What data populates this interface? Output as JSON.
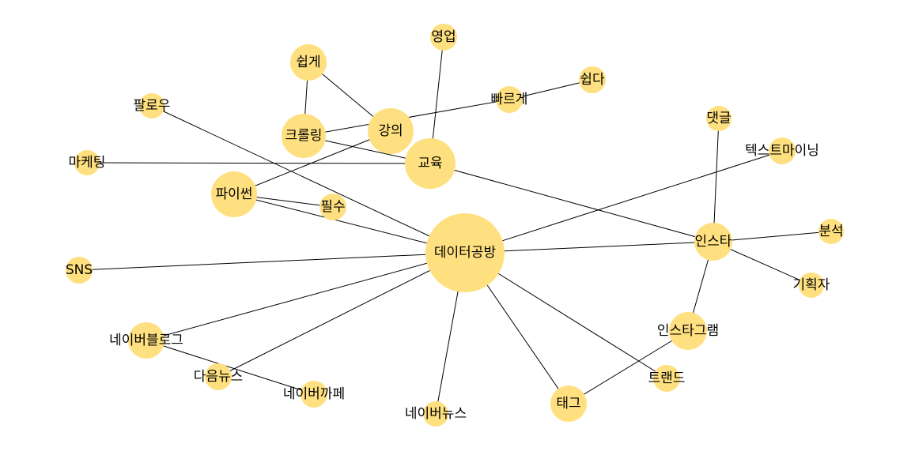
{
  "graph": {
    "node_color": "#FFE080",
    "edge_color": "#000000",
    "nodes": [
      {
        "id": "data_gongbang",
        "label": "데이터공방"
      },
      {
        "id": "gangui",
        "label": "강의"
      },
      {
        "id": "gyoyuk",
        "label": "교육"
      },
      {
        "id": "crawling",
        "label": "크롤링"
      },
      {
        "id": "python",
        "label": "파이썬"
      },
      {
        "id": "swipge",
        "label": "쉽게"
      },
      {
        "id": "insta",
        "label": "인스타"
      },
      {
        "id": "instagram",
        "label": "인스타그램"
      },
      {
        "id": "naverblog",
        "label": "네이버블로그"
      },
      {
        "id": "tag",
        "label": "태그"
      },
      {
        "id": "youngup",
        "label": "영업"
      },
      {
        "id": "swipda",
        "label": "쉽다"
      },
      {
        "id": "ppareuge",
        "label": "빠르게"
      },
      {
        "id": "follow",
        "label": "팔로우"
      },
      {
        "id": "marketing",
        "label": "마케팅"
      },
      {
        "id": "pilsu",
        "label": "필수"
      },
      {
        "id": "sns",
        "label": "SNS"
      },
      {
        "id": "daumnews",
        "label": "다음뉴스"
      },
      {
        "id": "navercafe",
        "label": "네이버까페"
      },
      {
        "id": "navernews",
        "label": "네이버뉴스"
      },
      {
        "id": "trend",
        "label": "트랜드"
      },
      {
        "id": "comment",
        "label": "댓글"
      },
      {
        "id": "textmining",
        "label": "텍스트마이닝"
      },
      {
        "id": "bunseok",
        "label": "분석"
      },
      {
        "id": "planner",
        "label": "기획자"
      }
    ],
    "edges": [
      [
        "swipge",
        "crawling"
      ],
      [
        "swipge",
        "gangui"
      ],
      [
        "crawling",
        "ppareuge"
      ],
      [
        "ppareuge",
        "swipda"
      ],
      [
        "crawling",
        "gyoyuk"
      ],
      [
        "youngup",
        "gyoyuk"
      ],
      [
        "gangui",
        "python"
      ],
      [
        "marketing",
        "gyoyuk"
      ],
      [
        "gyoyuk",
        "insta"
      ],
      [
        "follow",
        "data_gongbang"
      ],
      [
        "python",
        "pilsu"
      ],
      [
        "python",
        "data_gongbang"
      ],
      [
        "data_gongbang",
        "textmining"
      ],
      [
        "data_gongbang",
        "insta"
      ],
      [
        "insta",
        "bunseok"
      ],
      [
        "insta",
        "planner"
      ],
      [
        "comment",
        "insta"
      ],
      [
        "insta",
        "instagram"
      ],
      [
        "instagram",
        "tag"
      ],
      [
        "sns",
        "data_gongbang"
      ],
      [
        "data_gongbang",
        "naverblog"
      ],
      [
        "naverblog",
        "navercafe"
      ],
      [
        "data_gongbang",
        "daumnews"
      ],
      [
        "data_gongbang",
        "navernews"
      ],
      [
        "data_gongbang",
        "tag"
      ],
      [
        "data_gongbang",
        "trend"
      ]
    ]
  }
}
